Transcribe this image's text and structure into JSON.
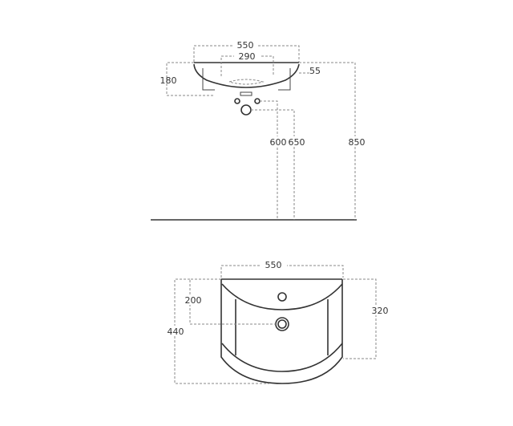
{
  "side_view": {
    "width_label": "550",
    "tap_spacing_label": "290",
    "height_label": "180",
    "rim_label": "55",
    "outlet_600_label": "600",
    "outlet_650_label": "650",
    "total_height_label": "850"
  },
  "top_view": {
    "width_label": "550",
    "drain_offset_label": "200",
    "depth_label": "440",
    "side_depth_label": "320"
  }
}
